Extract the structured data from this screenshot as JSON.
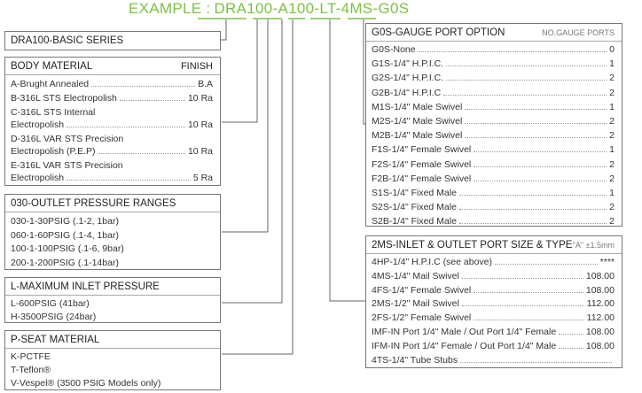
{
  "example": {
    "label": "EXAMPLE :",
    "parts": [
      "DRA100",
      "-",
      "A100",
      "-",
      "LT",
      "-",
      "4MS",
      "-",
      "G0S"
    ]
  },
  "basic_series": {
    "title": "DRA100-BASIC SERIES"
  },
  "body_material": {
    "title": "BODY MATERIAL",
    "finish_label": "FINISH",
    "rows": [
      {
        "lines": [
          "A-Brught Annealed"
        ],
        "value": "B.A"
      },
      {
        "lines": [
          "B-316L STS Electropolish"
        ],
        "value": "10 Ra"
      },
      {
        "lines": [
          "C-316L STS Internal",
          "Electropolish"
        ],
        "value": "10 Ra"
      },
      {
        "lines": [
          "D-316L VAR STS Precision",
          "Electropolish (P.E.P)"
        ],
        "value": "10 Ra"
      },
      {
        "lines": [
          "E-316L VAR STS Precision",
          "Electropolish"
        ],
        "value": "5 Ra"
      }
    ]
  },
  "outlet_pressure": {
    "title": "030-OUTLET PRESSURE RANGES",
    "rows": [
      "030-1-30PSIG (.1-2, 1bar)",
      "060-1-60PSIG (.1-4, 1bar)",
      "100-1-100PSIG (.1-6, 9bar)",
      "200-1-200PSIG (.1-14bar)"
    ]
  },
  "inlet_pressure": {
    "title": "L-MAXIMUM INLET PRESSURE",
    "rows": [
      "L-600PSIG (41bar)",
      "H-3500PSIG (24bar)"
    ]
  },
  "seat_material": {
    "title": "P-SEAT MATERIAL",
    "rows": [
      "K-PCTFE",
      "T-Teflon®",
      "V-Vespel® (3500 PSIG Models only)"
    ]
  },
  "gauge_port": {
    "title": "G0S-GAUGE PORT OPTION",
    "right_label": "NO.GAUGE PORTS",
    "rows": [
      {
        "label": "G0S-None",
        "value": "0"
      },
      {
        "label": "G1S-1/4\" H.P.I.C.",
        "value": "1"
      },
      {
        "label": "G2S-1/4\" H.P.I.C.",
        "value": "2"
      },
      {
        "label": "G2B-1/4\" H.P.I.C",
        "value": "2"
      },
      {
        "label": "M1S-1/4\" Male Swivel",
        "value": "1"
      },
      {
        "label": "M2S-1/4\" Male Swivel",
        "value": "2"
      },
      {
        "label": "M2B-1/4\" Male Swivel",
        "value": "2"
      },
      {
        "label": "F1S-1/4\" Female Swivel",
        "value": "1"
      },
      {
        "label": "F2S-1/4\" Female Swivel",
        "value": "2"
      },
      {
        "label": "F2B-1/4\" Female Swivel",
        "value": "2"
      },
      {
        "label": "S1S-1/4\" Fixed Male",
        "value": "1"
      },
      {
        "label": "S2S-1/4\" Fixed Male",
        "value": "2"
      },
      {
        "label": "S2B-1/4\" Fixed Male",
        "value": "2"
      }
    ]
  },
  "port_size": {
    "title": "2MS-INLET & OUTLET PORT SIZE & TYPE",
    "right_label": "\"A\" ±1.5mm",
    "rows": [
      {
        "label": "4HP-1/4\" H.P.I.C (see above)",
        "value": "****"
      },
      {
        "label": "4MS-1/4\" Mail Swivel",
        "value": "108.00"
      },
      {
        "label": "4FS-1/4\" Female Swivel",
        "value": "108.00"
      },
      {
        "label": "2MS-1/2\" Mail Swivel",
        "value": "112.00"
      },
      {
        "label": "2FS-1/2\" Female Swivel",
        "value": "112.00"
      },
      {
        "label": "IMF-IN Port 1/4\" Male / Out Port 1/4\" Female",
        "value": "108.00"
      },
      {
        "label": "IFM-IN Port 1/4\" Female / Out Port 1/4\" Male",
        "value": "108.00"
      },
      {
        "label": "4TS-1/4\" Tube Stubs",
        "value": ""
      }
    ]
  },
  "colors": {
    "example": "#7cc242",
    "border": "#777777",
    "connector": "#666666"
  }
}
